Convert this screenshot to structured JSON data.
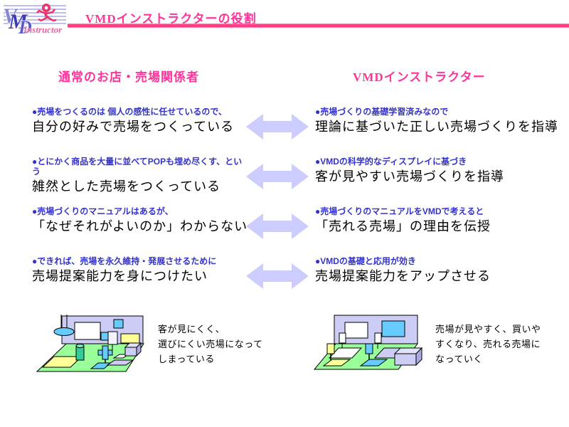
{
  "logo": {
    "letter_v": "V",
    "letter_m": "M",
    "letter_d": "D",
    "instructor": "Instructor"
  },
  "header": {
    "title": "VMDインストラクターの役割"
  },
  "columns": {
    "left": "通常のお店・売場関係者",
    "right": "VMDインストラクター"
  },
  "rows": [
    {
      "left_note": "●売場をつくるのは 個人の感性に任せているので、",
      "left_main": "自分の好みで売場をつくっている",
      "right_note": "●売場づくりの基礎学習済みなので",
      "right_main": "理論に基づいた正しい売場づくりを指導"
    },
    {
      "left_note": "●とにかく商品を大量に並べてPOPも埋め尽くす、という",
      "left_main": "雑然とした売場をつくっている",
      "right_note": "●VMDの科学的なディスプレイに基づき",
      "right_main": "客が見やすい売場づくりを指導"
    },
    {
      "left_note": "●売場づくりのマニュアルはあるが、",
      "left_main": "「なぜそれがよいのか」わからない",
      "right_note": "●売場づくりのマニュアルをVMDで考えると",
      "right_main": "「売れる売場」の理由を伝授"
    },
    {
      "left_note": "●できれば、売場を永久維持・発展させるために",
      "left_main": "売場提案能力を身につけたい",
      "right_note": "●VMDの基礎と応用が効き",
      "right_main": "売場提案能力をアップさせる"
    }
  ],
  "bottom": {
    "left_caption": "客が見にくく、\n選びにくい売場になって\nしまっている",
    "right_caption": "売場が見やすく、買いや\nすくなり、売れる売場に\nなっていく"
  },
  "colors": {
    "accent_pink": "#FF3399",
    "note_blue": "#3333CC",
    "arrow_lavender": "#CCCCFF",
    "floor_green": "#99FF99",
    "wall_lavender": "#CCCCF5",
    "item_blue": "#66CCFF",
    "item_yellow": "#FFFF99",
    "cylinder_green": "#33CC99",
    "runner_pink": "#E8336D"
  }
}
